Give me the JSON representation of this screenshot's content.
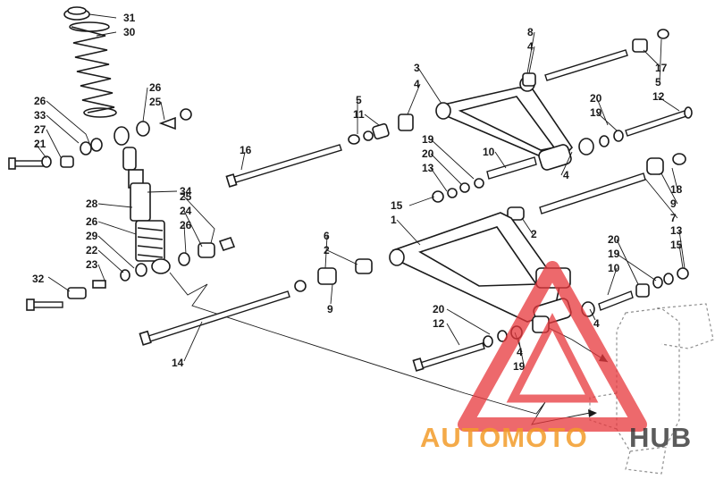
{
  "diagram": {
    "callouts": [
      "31",
      "30",
      "26",
      "33",
      "27",
      "21",
      "26",
      "25",
      "34",
      "28",
      "26",
      "29",
      "22",
      "23",
      "32",
      "25",
      "24",
      "26",
      "16",
      "5",
      "11",
      "3",
      "4",
      "8",
      "4",
      "17",
      "5",
      "20",
      "19",
      "12",
      "19",
      "20",
      "13",
      "10",
      "4",
      "15",
      "1",
      "2",
      "18",
      "9",
      "7",
      "6",
      "2",
      "9",
      "14",
      "20",
      "19",
      "10",
      "13",
      "15",
      "4",
      "20",
      "12",
      "4",
      "19"
    ]
  },
  "watermark": {
    "brand_a": "AUTOMOTO",
    "brand_b": "HUB",
    "color_red": "#e8373c",
    "color_orange": "#f39c2a",
    "color_dark": "#333333"
  }
}
